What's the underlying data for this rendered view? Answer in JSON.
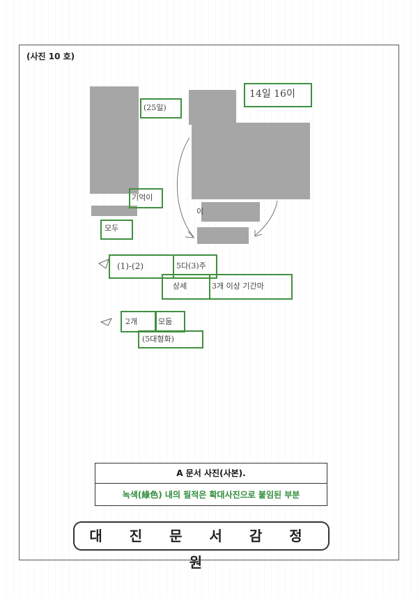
{
  "header": {
    "photo_number": "(사진 10 호)"
  },
  "handwriting": {
    "date_top": "14일 16이",
    "circle_note": "(25일)",
    "note_left": "기억이",
    "note_bottom_left": "모두",
    "row1_a": "(1)-(2)",
    "row1_b": "5다(3)주",
    "row2_a": "상세",
    "row2_b": "3개 이상 기간마",
    "row3_a": "2개",
    "row3_b": "모둠",
    "row3_c": "(5대형화)",
    "arrow_label": "이"
  },
  "caption": {
    "title": "A 문서 사진(사본).",
    "note": "녹색(綠色) 내의 필적은 확대사진으로 붙임된 부분"
  },
  "footer": {
    "organization": "대 진 문 서 감 정 원"
  },
  "colors": {
    "green_box": "#3f8f3f",
    "redaction": "#a6a6a6",
    "caption_green": "#2e8b3a"
  }
}
